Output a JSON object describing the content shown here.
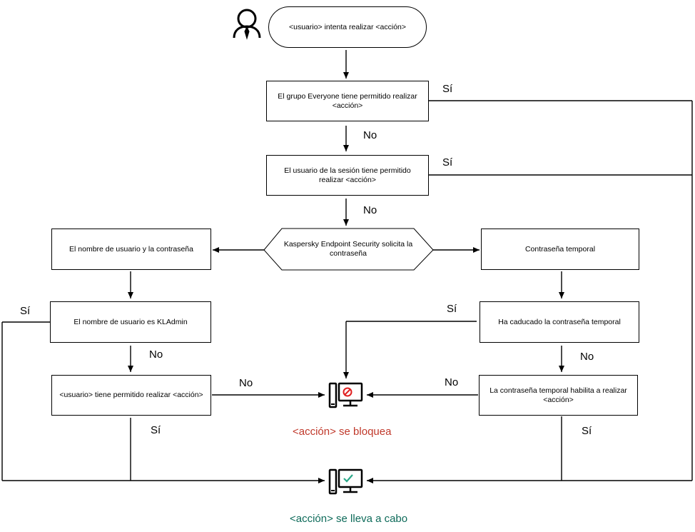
{
  "nodes": {
    "start": "<usuario> intenta realizar <acción>",
    "everyone": "El grupo Everyone tiene permitido realizar <acción>",
    "session_user": "El usuario de la sesión tiene permitido realizar <acción>",
    "kes_request": "Kaspersky Endpoint Security solicita la contraseña",
    "user_pass": "El nombre de usuario y la contraseña",
    "temp_pass": "Contraseña temporal",
    "is_kladmin": "El nombre de usuario es KLAdmin",
    "temp_expired": "Ha caducado la contraseña temporal",
    "user_allowed": "<usuario> tiene permitido realizar <acción>",
    "temp_allows": "La contraseña temporal habilita a realizar <acción>"
  },
  "edge_labels": {
    "yes": "Sí",
    "no": "No"
  },
  "results": {
    "blocked": "<acción> se bloquea",
    "allowed": "<acción> se lleva a cabo"
  },
  "colors": {
    "blocked": "#c0392b",
    "allowed": "#0e6b5a",
    "block_icon": "#e02020",
    "check_icon": "#2aa889"
  },
  "icons": {
    "user": "user-icon",
    "blocked": "computer-blocked-icon",
    "allowed": "computer-allowed-icon"
  }
}
